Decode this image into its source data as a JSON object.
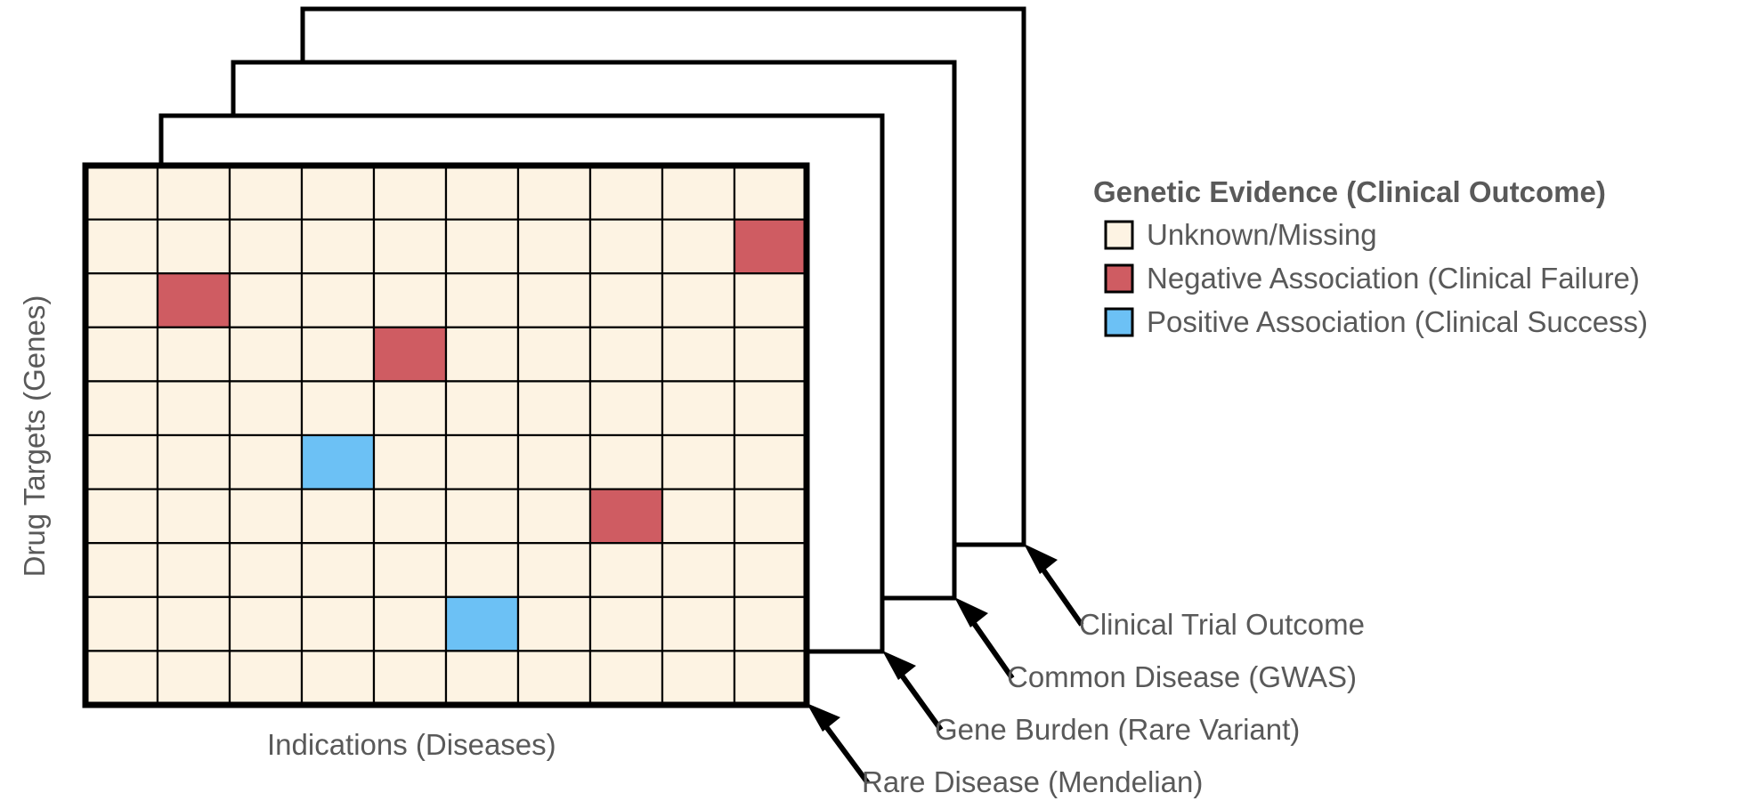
{
  "figure": {
    "axis_x_label": "Indications (Diseases)",
    "axis_y_label": "Drug Targets (Genes)"
  },
  "legend": {
    "title": "Genetic Evidence (Clinical Outcome)",
    "items": [
      {
        "label": "Unknown/Missing",
        "color": "#fdf3e3",
        "key": "unknown"
      },
      {
        "label": "Negative Association (Clinical Failure)",
        "color": "#cf5c62",
        "key": "negative"
      },
      {
        "label": "Positive Association (Clinical Success)",
        "color": "#6cc1f5",
        "key": "positive"
      }
    ]
  },
  "layers": [
    {
      "id": "rare-disease-mendelian",
      "label": "Rare Disease (Mendelian)"
    },
    {
      "id": "gene-burden-rare-variant",
      "label": "Gene Burden (Rare Variant)"
    },
    {
      "id": "common-disease-gwas",
      "label": "Common Disease (GWAS)"
    },
    {
      "id": "clinical-trial-outcome",
      "label": "Clinical Trial Outcome"
    }
  ],
  "chart_data": {
    "type": "heatmap",
    "title": "Genetic Evidence (Clinical Outcome)",
    "xlabel": "Indications (Diseases)",
    "ylabel": "Drug Targets (Genes)",
    "rows": 10,
    "cols": 10,
    "default_value": "unknown",
    "value_colors": {
      "unknown": "#fdf3e3",
      "negative": "#cf5c62",
      "positive": "#6cc1f5"
    },
    "value_labels": {
      "unknown": "Unknown/Missing",
      "negative": "Negative Association (Clinical Failure)",
      "positive": "Positive Association (Clinical Success)"
    },
    "cells": [
      {
        "row": 1,
        "col": 9,
        "value": "negative"
      },
      {
        "row": 2,
        "col": 1,
        "value": "negative"
      },
      {
        "row": 3,
        "col": 4,
        "value": "negative"
      },
      {
        "row": 5,
        "col": 3,
        "value": "positive"
      },
      {
        "row": 6,
        "col": 7,
        "value": "negative"
      },
      {
        "row": 8,
        "col": 5,
        "value": "positive"
      }
    ],
    "stack_layers": [
      "Rare Disease (Mendelian)",
      "Gene Burden (Rare Variant)",
      "Common Disease (GWAS)",
      "Clinical Trial Outcome"
    ],
    "grid": true,
    "legend_position": "right"
  }
}
